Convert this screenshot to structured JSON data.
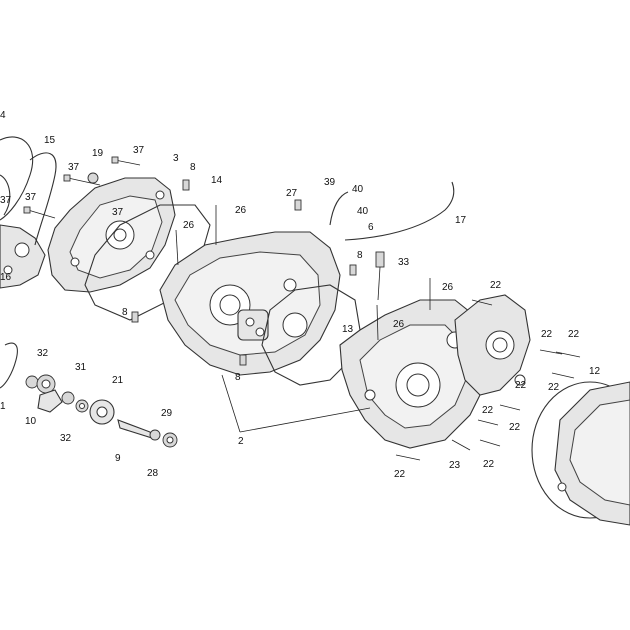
{
  "callouts": [
    {
      "id": "c4",
      "text": "4"
    },
    {
      "id": "c15",
      "text": "15"
    },
    {
      "id": "c37a",
      "text": "37"
    },
    {
      "id": "c19",
      "text": "19"
    },
    {
      "id": "c3",
      "text": "3"
    },
    {
      "id": "c8a",
      "text": "8"
    },
    {
      "id": "c37b",
      "text": "37"
    },
    {
      "id": "c37c",
      "text": "37"
    },
    {
      "id": "c37d",
      "text": "37"
    },
    {
      "id": "c37e",
      "text": "37"
    },
    {
      "id": "c16",
      "text": "16"
    },
    {
      "id": "c14",
      "text": "14"
    },
    {
      "id": "c26a",
      "text": "26"
    },
    {
      "id": "c26b",
      "text": "26"
    },
    {
      "id": "c27",
      "text": "27"
    },
    {
      "id": "c39",
      "text": "39"
    },
    {
      "id": "c40a",
      "text": "40"
    },
    {
      "id": "c40b",
      "text": "40"
    },
    {
      "id": "c6",
      "text": "6"
    },
    {
      "id": "c17",
      "text": "17"
    },
    {
      "id": "c8b",
      "text": "8"
    },
    {
      "id": "c33",
      "text": "33"
    },
    {
      "id": "c8c",
      "text": "8"
    },
    {
      "id": "c13",
      "text": "13"
    },
    {
      "id": "c26c",
      "text": "26"
    },
    {
      "id": "c26d",
      "text": "26"
    },
    {
      "id": "c22a",
      "text": "22"
    },
    {
      "id": "c22b",
      "text": "22"
    },
    {
      "id": "c22c",
      "text": "22"
    },
    {
      "id": "c22d",
      "text": "22"
    },
    {
      "id": "c22e",
      "text": "22"
    },
    {
      "id": "c22f",
      "text": "22"
    },
    {
      "id": "c22g",
      "text": "22"
    },
    {
      "id": "c22h",
      "text": "22"
    },
    {
      "id": "c22i",
      "text": "22"
    },
    {
      "id": "c23",
      "text": "23"
    },
    {
      "id": "c12",
      "text": "12"
    },
    {
      "id": "c8d",
      "text": "8"
    },
    {
      "id": "c2",
      "text": "2"
    },
    {
      "id": "c32a",
      "text": "32"
    },
    {
      "id": "c31",
      "text": "31"
    },
    {
      "id": "c21",
      "text": "21"
    },
    {
      "id": "c10",
      "text": "10"
    },
    {
      "id": "c32b",
      "text": "32"
    },
    {
      "id": "c29",
      "text": "29"
    },
    {
      "id": "c9",
      "text": "9"
    },
    {
      "id": "c28",
      "text": "28"
    },
    {
      "id": "c1",
      "text": "1"
    }
  ]
}
